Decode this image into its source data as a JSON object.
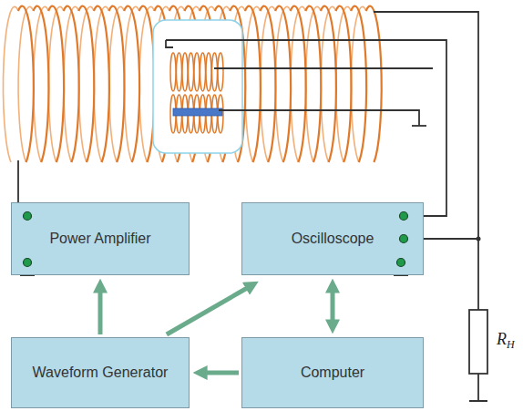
{
  "diagram": {
    "nodes": [
      {
        "text": [
          "Power Amplifier"
        ]
      },
      {
        "text": [
          "Oscilloscope"
        ]
      },
      {
        "text": [
          "Waveform Generator"
        ]
      },
      {
        "text": [
          "Computer"
        ]
      }
    ],
    "edges": [
      {
        "from": 2,
        "to": 0,
        "arrow": "to"
      },
      {
        "from": 2,
        "to": 1,
        "arrow": "to"
      },
      {
        "from": 1,
        "to": 3,
        "arrow": "both"
      },
      {
        "from": 3,
        "to": 2,
        "arrow": "to"
      }
    ],
    "labels": [
      "R",
      "H"
    ]
  }
}
